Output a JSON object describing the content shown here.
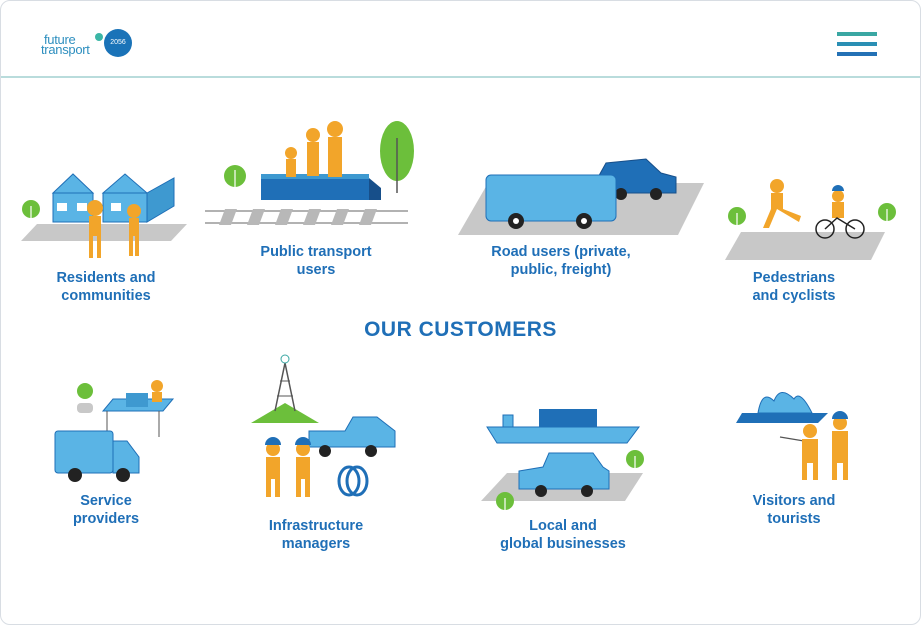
{
  "header": {
    "logo": {
      "line1": "future",
      "line2": "transport",
      "badge": "2056"
    },
    "menu_icon": "hamburger-menu-icon"
  },
  "main": {
    "title": "OUR CUSTOMERS",
    "customers": [
      {
        "line1": "Residents and",
        "line2": "communities"
      },
      {
        "line1": "Public transport",
        "line2": "users"
      },
      {
        "line1": "Road users (private,",
        "line2": "public, freight)"
      },
      {
        "line1": "Pedestrians",
        "line2": "and cyclists"
      },
      {
        "line1": "Service",
        "line2": "providers"
      },
      {
        "line1": "Infrastructure",
        "line2": "managers"
      },
      {
        "line1": "Local and",
        "line2": "global businesses"
      },
      {
        "line1": "Visitors and",
        "line2": "tourists"
      }
    ]
  },
  "colors": {
    "primary_blue": "#1f6fb7",
    "light_blue": "#5ab4e5",
    "orange": "#f2a52a",
    "green": "#6cbf3b",
    "grey": "#c8c8c8",
    "teal": "#3aa7a3"
  }
}
